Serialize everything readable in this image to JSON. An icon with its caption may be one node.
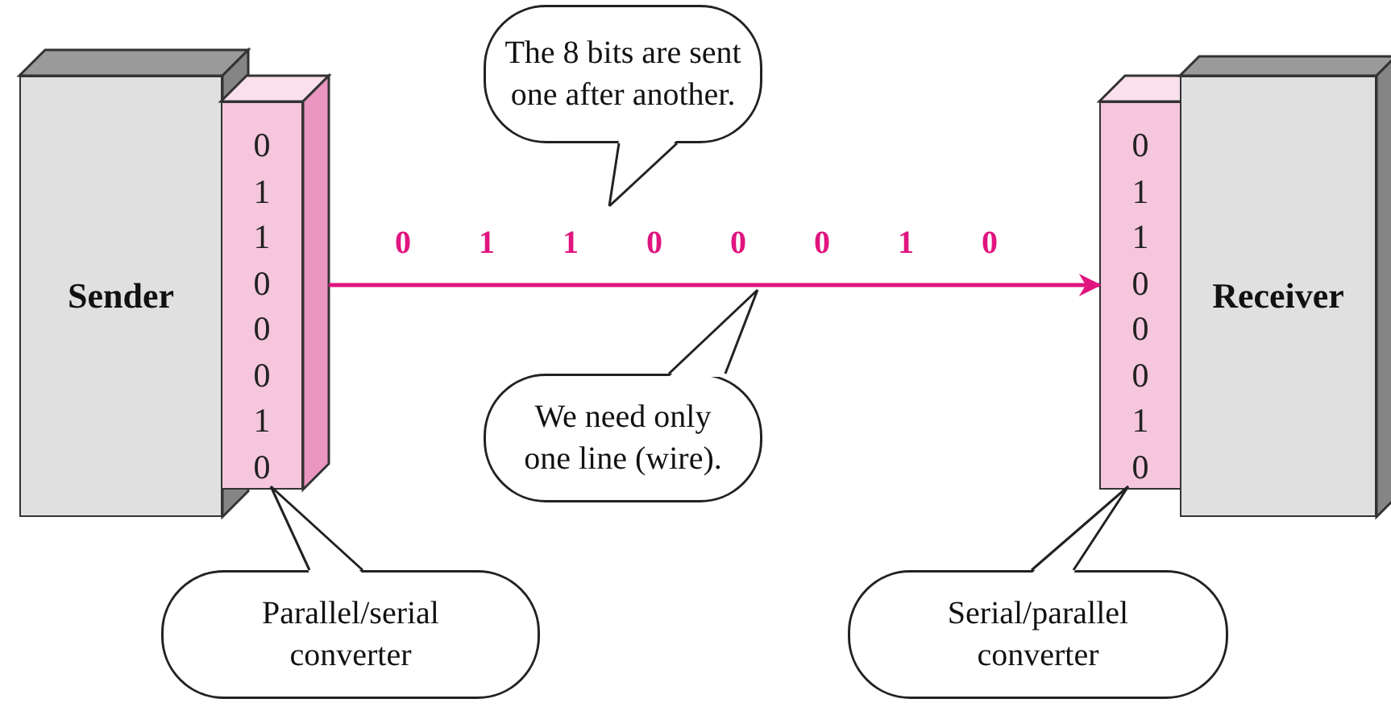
{
  "diagram": {
    "nodes": [
      {
        "text": [
          "Sender"
        ]
      },
      {
        "text": [
          "0 1 1 0 0 0 1 0"
        ]
      },
      {
        "text": [
          "0 1 1 0 0 0 1 0"
        ]
      },
      {
        "text": [
          "Receiver"
        ]
      },
      {
        "text": [
          "The 8 bits are sent one after another."
        ]
      },
      {
        "text": [
          "We need only one line (wire)."
        ]
      },
      {
        "text": [
          "Parallel/serial converter"
        ]
      },
      {
        "text": [
          "Serial/parallel converter"
        ]
      }
    ],
    "edges": [
      {
        "from": 1,
        "to": 2,
        "arrow": "to",
        "label": "0 1 1 0 0 0 1 0",
        "color": "#e0157f"
      },
      {
        "from": 4,
        "to": null,
        "arrow": "to"
      },
      {
        "from": 5,
        "to": null,
        "arrow": "to"
      },
      {
        "from": 6,
        "to": 1,
        "arrow": "to"
      },
      {
        "from": 7,
        "to": 2,
        "arrow": "to"
      }
    ]
  }
}
